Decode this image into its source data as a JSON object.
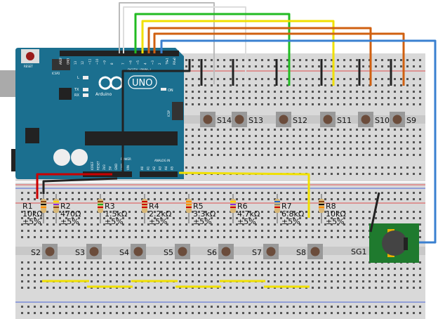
{
  "colors": {
    "arduino": "#1b6f8f",
    "breadboard": "#d9d9d9",
    "rail_red": "#e05050",
    "rail_blue": "#4a66d8",
    "buzzer_pcb": "#1f7a2e"
  },
  "arduino": {
    "reset_label": "RESET",
    "icsp2_label": "ICSP2",
    "icsp_label": "ICSP",
    "led_l": "L",
    "led_tx": "TX",
    "led_rx": "RX",
    "led_on": "ON",
    "brand": "Arduino",
    "model": "UNO",
    "digital_label": "DIGITAL (PWM~)",
    "power_label": "POWER",
    "analog_label": "ANALOG IN",
    "digital_pins": [
      "AREF",
      "GND",
      "13",
      "12",
      "~11",
      "~10",
      "~9",
      "8",
      "7",
      "~6",
      "~5",
      "4",
      "~3",
      "2",
      "TX▸1",
      "RX◂0"
    ],
    "power_pins": [
      "IOREF",
      "RESET",
      "3V3",
      "5V",
      "GND",
      "GND",
      "VIN"
    ],
    "analog_pins": [
      "A0",
      "A1",
      "A2",
      "A3",
      "A4",
      "A5"
    ]
  },
  "switches_top": [
    "S14",
    "S13",
    "S12",
    "S11",
    "S10",
    "S9"
  ],
  "switches_bottom": [
    "S2",
    "S3",
    "S4",
    "S5",
    "S6",
    "S7",
    "S8"
  ],
  "resistors": [
    {
      "name": "R1",
      "value": "10kΩ",
      "tolerance": "±5%"
    },
    {
      "name": "R2",
      "value": "470Ω",
      "tolerance": "±5%"
    },
    {
      "name": "R3",
      "value": "1.5kΩ",
      "tolerance": "±5%"
    },
    {
      "name": "R4",
      "value": "2.2kΩ",
      "tolerance": "±5%"
    },
    {
      "name": "R5",
      "value": "3.3kΩ",
      "tolerance": "±5%"
    },
    {
      "name": "R6",
      "value": "4.7kΩ",
      "tolerance": "±5%"
    },
    {
      "name": "R7",
      "value": "6.8kΩ",
      "tolerance": "±5%"
    },
    {
      "name": "R8",
      "value": "10kΩ",
      "tolerance": "±5%"
    }
  ],
  "buzzer": {
    "name": "SG1"
  }
}
